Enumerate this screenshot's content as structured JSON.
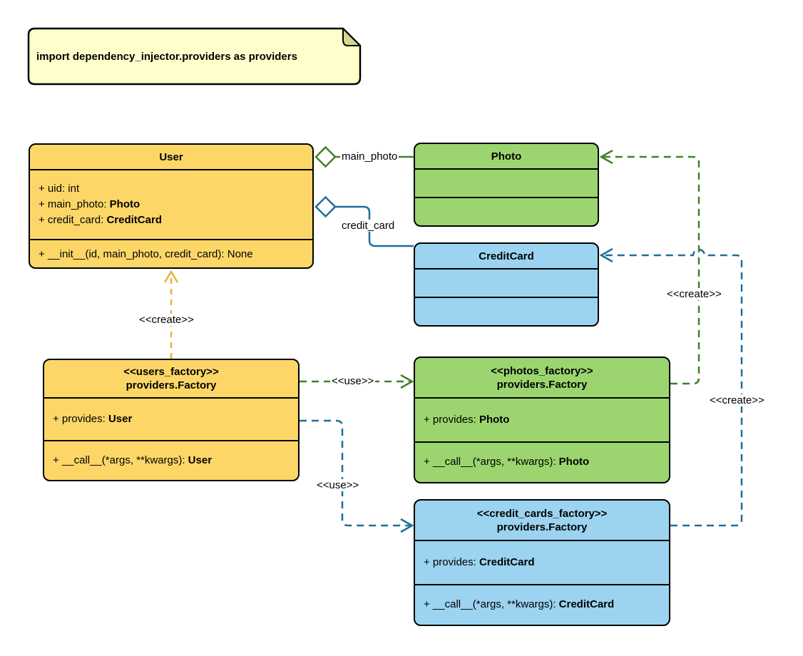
{
  "note": {
    "text": "import dependency_injector.providers as providers"
  },
  "colors": {
    "yellow_fill": "#fcd768",
    "green_fill": "#9cd56f",
    "blue_fill": "#9bd3f0",
    "note_fill": "#ffffcc",
    "note_fold": "#d6d68f",
    "border": "#000000",
    "yellow_line": "#e6b23d",
    "green_line": "#41802b",
    "blue_line": "#1f6f9b"
  },
  "classes": {
    "user": {
      "title": "User",
      "attributes": [
        {
          "prefix": "+ uid: int",
          "type": ""
        },
        {
          "prefix": "+ main_photo: ",
          "type": "Photo"
        },
        {
          "prefix": "+ credit_card: ",
          "type": "CreditCard"
        }
      ],
      "methods": [
        {
          "prefix": "+ __init__(id, main_photo, credit_card): None",
          "type": ""
        }
      ]
    },
    "photo": {
      "title": "Photo"
    },
    "credit_card": {
      "title": "CreditCard"
    },
    "users_factory": {
      "stereotype": "<<users_factory>>",
      "title": "providers.Factory",
      "attributes": [
        {
          "prefix": "+ provides: ",
          "type": "User"
        }
      ],
      "methods": [
        {
          "prefix": "+ __call__(*args, **kwargs): ",
          "type": "User"
        }
      ]
    },
    "photos_factory": {
      "stereotype": "<<photos_factory>>",
      "title": "providers.Factory",
      "attributes": [
        {
          "prefix": "+ provides: ",
          "type": "Photo"
        }
      ],
      "methods": [
        {
          "prefix": "+ __call__(*args, **kwargs): ",
          "type": "Photo"
        }
      ]
    },
    "credit_cards_factory": {
      "stereotype": "<<credit_cards_factory>>",
      "title": "providers.Factory",
      "attributes": [
        {
          "prefix": "+ provides: ",
          "type": "CreditCard"
        }
      ],
      "methods": [
        {
          "prefix": "+ __call__(*args, **kwargs): ",
          "type": "CreditCard"
        }
      ]
    }
  },
  "edges": [
    {
      "from": "User",
      "to": "Photo",
      "kind": "aggregation",
      "label": "main_photo"
    },
    {
      "from": "User",
      "to": "CreditCard",
      "kind": "aggregation",
      "label": "credit_card"
    },
    {
      "from": "users_factory",
      "to": "User",
      "kind": "dependency",
      "label": "<<create>>"
    },
    {
      "from": "users_factory",
      "to": "photos_factory",
      "kind": "dependency",
      "label": "<<use>>"
    },
    {
      "from": "users_factory",
      "to": "credit_cards_factory",
      "kind": "dependency",
      "label": "<<use>>"
    },
    {
      "from": "photos_factory",
      "to": "Photo",
      "kind": "dependency",
      "label": "<<create>>"
    },
    {
      "from": "credit_cards_factory",
      "to": "CreditCard",
      "kind": "dependency",
      "label": "<<create>>"
    }
  ]
}
